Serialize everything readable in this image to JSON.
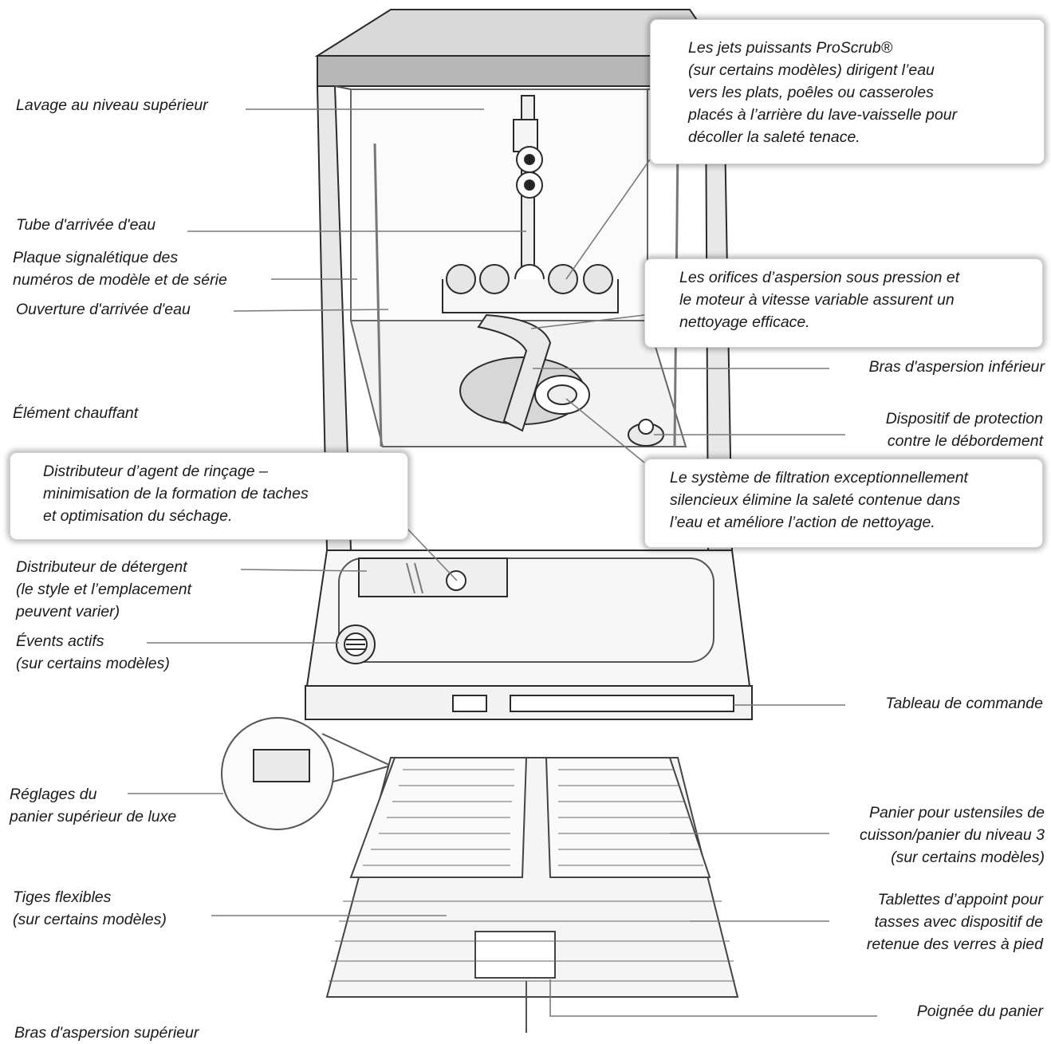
{
  "labels": {
    "lavage_sup": [
      "Lavage au niveau supérieur"
    ],
    "tube": [
      "Tube d'arrivée d'eau"
    ],
    "plaque": [
      "Plaque signalétique des",
      "numéros de modèle et de série"
    ],
    "ouverture": [
      "Ouverture d'arrivée d'eau"
    ],
    "element": [
      "Élément chauffant"
    ],
    "distributeur_det": [
      "Distributeur de détergent",
      "(le style et l’emplacement",
      "peuvent varier)"
    ],
    "events": [
      "Évents actifs",
      "(sur certains modèles)"
    ],
    "reglages": [
      "Réglages du",
      "panier supérieur de luxe"
    ],
    "tiges": [
      "Tiges flexibles",
      "(sur certains modèles)"
    ],
    "bras_sup": [
      "Bras d'aspersion supérieur"
    ],
    "bras_inf": [
      "Bras d'aspersion inférieur"
    ],
    "protection": [
      "Dispositif de protection",
      "contre le débordement"
    ],
    "tableau": [
      "Tableau de commande"
    ],
    "panier_ustensiles": [
      "Panier pour ustensiles de",
      "cuisson/panier du niveau 3",
      "(sur certains modèles)"
    ],
    "tablettes": [
      "Tablettes d’appoint pour",
      "tasses avec dispositif de",
      "retenue des verres à pied"
    ],
    "poignee": [
      "Poignée du panier"
    ]
  },
  "callouts": {
    "proscrub": [
      "Les jets puissants ProScrub®",
      "(sur certains modèles) dirigent l’eau",
      "vers les plats, poêles ou casseroles",
      "placés à l’arrière du lave-vaisselle pour",
      "décoller la saleté tenace."
    ],
    "orifices": [
      "Les orifices d’aspersion sous pression et",
      "le moteur à vitesse variable assurent un",
      "nettoyage efficace."
    ],
    "rincage": [
      "Distributeur d’agent de rinçage –",
      "minimisation de la formation de taches",
      "et optimisation du séchage."
    ],
    "filtration": [
      "Le système de filtration exceptionnellement",
      "silencieux élimine la saleté contenue dans",
      " l’eau et améliore l’action de nettoyage."
    ]
  }
}
